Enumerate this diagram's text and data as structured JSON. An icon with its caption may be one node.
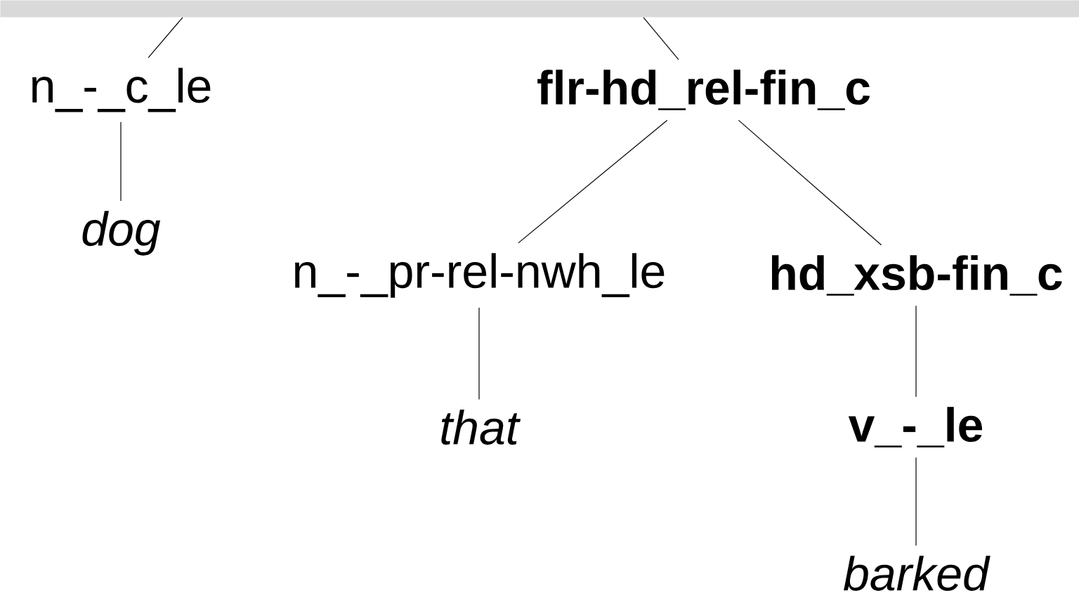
{
  "diagram": {
    "nodes": [
      {
        "text": [],
        "shape": "bar"
      },
      {
        "text": [
          "n_-_c_le"
        ]
      },
      {
        "text": [
          "flr-hd_rel-fin_c"
        ]
      },
      {
        "text": [
          "dog"
        ]
      },
      {
        "text": [
          "n_-_pr-rel-nwh_le"
        ]
      },
      {
        "text": [
          "hd_xsb-fin_c"
        ]
      },
      {
        "text": [
          "that"
        ]
      },
      {
        "text": [
          "v_-_le"
        ]
      },
      {
        "text": [
          "barked"
        ]
      }
    ],
    "edges": [
      {
        "from": 0,
        "to": 1,
        "arrow": "none"
      },
      {
        "from": 0,
        "to": 2,
        "arrow": "none"
      },
      {
        "from": 1,
        "to": 3,
        "arrow": "none"
      },
      {
        "from": 2,
        "to": 4,
        "arrow": "none"
      },
      {
        "from": 2,
        "to": 5,
        "arrow": "none"
      },
      {
        "from": 4,
        "to": 6,
        "arrow": "none"
      },
      {
        "from": 5,
        "to": 7,
        "arrow": "none"
      },
      {
        "from": 7,
        "to": 8,
        "arrow": "none"
      }
    ]
  }
}
